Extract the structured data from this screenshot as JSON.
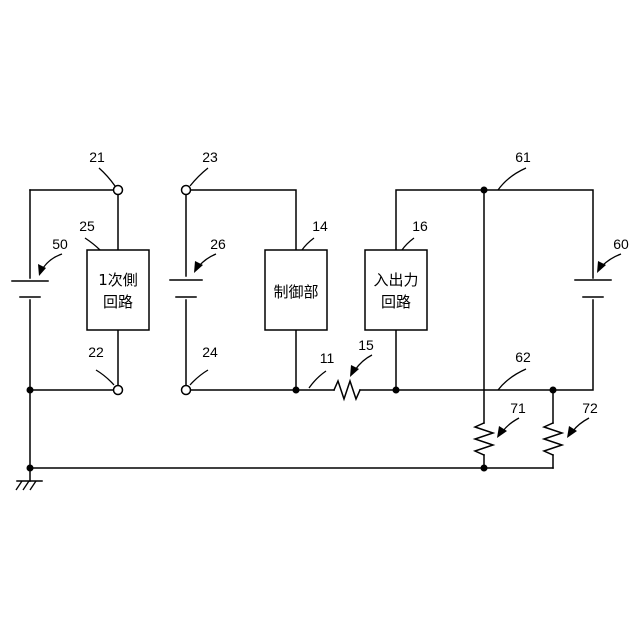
{
  "blocks": {
    "primary": {
      "line1": "1次側",
      "line2": "回路"
    },
    "control": {
      "text": "制御部"
    },
    "io": {
      "line1": "入出力",
      "line2": "回路"
    }
  },
  "labels": {
    "r11": "11",
    "r14": "14",
    "r15": "15",
    "r16": "16",
    "r21": "21",
    "r22": "22",
    "r23": "23",
    "r24": "24",
    "r25": "25",
    "r26": "26",
    "r50": "50",
    "r60": "60",
    "r61": "61",
    "r62": "62",
    "r71": "71",
    "r72": "72"
  }
}
